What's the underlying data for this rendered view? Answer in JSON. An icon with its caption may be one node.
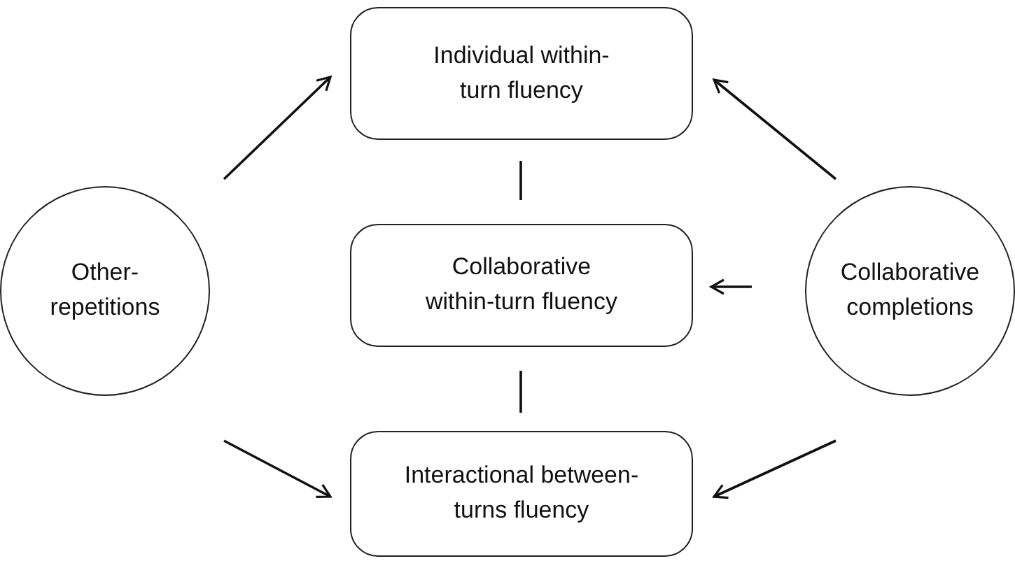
{
  "diagram": {
    "nodes": [
      {
        "text": [
          "Individual within-turn fluency"
        ]
      },
      {
        "text": [
          "Collaborative within-turn fluency"
        ]
      },
      {
        "text": [
          "Interactional between-turns fluency"
        ]
      },
      {
        "text": [
          "Other- repetitions"
        ]
      },
      {
        "text": [
          "Collaborative completions"
        ]
      }
    ],
    "edges": [
      {
        "from": 3,
        "to": 0,
        "arrow": "to"
      },
      {
        "from": 3,
        "to": 2,
        "arrow": "to"
      },
      {
        "from": 4,
        "to": 0,
        "arrow": "to"
      },
      {
        "from": 4,
        "to": 1,
        "arrow": "to"
      },
      {
        "from": 4,
        "to": 2,
        "arrow": "to"
      },
      {
        "from": 0,
        "to": 1,
        "arrow": "none"
      },
      {
        "from": 1,
        "to": 2,
        "arrow": "none"
      }
    ]
  }
}
